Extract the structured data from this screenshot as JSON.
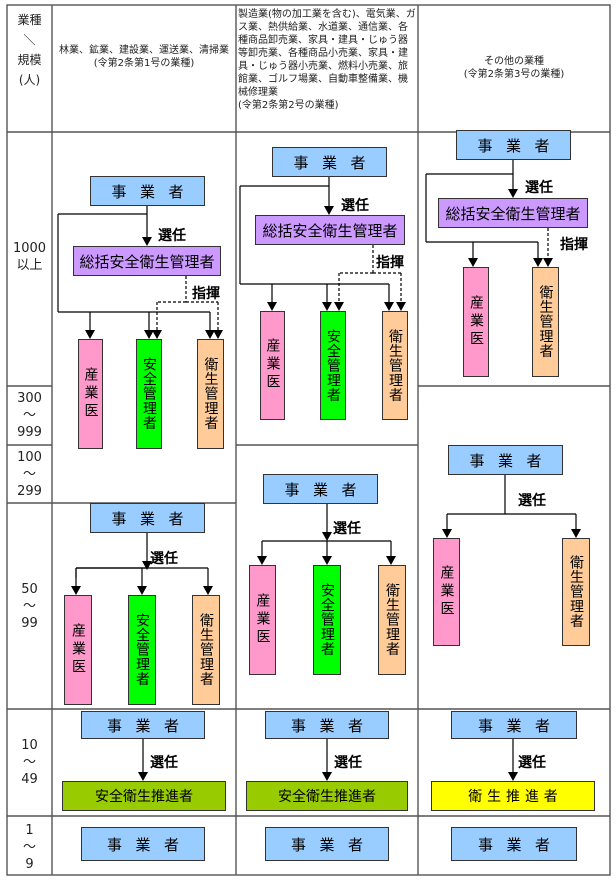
{
  "header": {
    "corner_label": "業種\n＼\n規模\n(人)",
    "col1": "林業、鉱業、建設業、運送業、清掃業\n(令第2条第1号の業種)",
    "col2": "製造業(物の加工業を含む)、電気業、ガス業、熱供給業、水道業、通信業、各種商品卸売業、家具・建具・じゅう器等卸売業、各種商品小売業、家具・建具・じゅう器小売業、燃料小売業、旅館業、ゴルフ場業、自動車整備業、機械修理業\n(令第2条第2号の業種)",
    "col3": "その他の業種\n(令第2条第3号の業種)"
  },
  "rows": {
    "r1000": "1000\n以上",
    "r300": "300\n〜\n999",
    "r100": "100\n〜\n299",
    "r50": "50\n〜\n99",
    "r10": "10\n〜\n49",
    "r1": "1\n〜\n9"
  },
  "labels": {
    "employer": "事業者",
    "general_manager": "総括安全衛生管理者",
    "industrial_physician": "産業医",
    "safety_manager": "安全管理者",
    "hygiene_manager": "衛生管理者",
    "safety_health_promoter": "安全衛生推進者",
    "health_promoter": "衛生推進者",
    "appoint": "選任",
    "direct": "指揮"
  },
  "colors": {
    "employer": "#99ccff",
    "general_manager": "#cc99ff",
    "industrial_physician": "#ff99cc",
    "safety_manager": "#00ff00",
    "hygiene_manager": "#ffcc99",
    "safety_health_promoter": "#99cc00",
    "health_promoter": "#ffff00"
  }
}
